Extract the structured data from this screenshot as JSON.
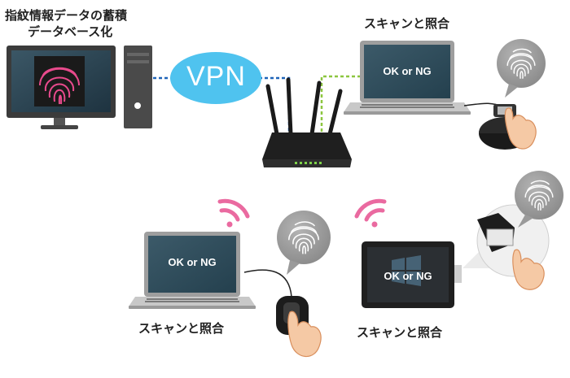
{
  "db_caption_line1": "指紋情報データの蓄積",
  "db_caption_line2": "データベース化",
  "vpn_label": "VPN",
  "laptop_top_screen": "OK or NG",
  "laptop_top_caption": "スキャンと照合",
  "laptop_left_screen": "OK or NG",
  "laptop_left_caption": "スキャンと照合",
  "tablet_screen": "OK or NG",
  "tablet_caption": "スキャンと照合",
  "colors": {
    "vpn_bubble": "#4fc3ef",
    "vpn_link": "#1e63b8",
    "lan_link": "#8cc63f",
    "wifi": "#ea6aa0",
    "screen": "#2e4a5a",
    "fingerprint_bubble": "#9a9a9a",
    "finger_skin": "#f5c9a5"
  },
  "icons": [
    "desktop-pc-icon",
    "fingerprint-icon",
    "router-icon",
    "laptop-icon",
    "tablet-icon",
    "wifi-icon",
    "usb-fingerprint-reader-icon",
    "finger-icon"
  ]
}
